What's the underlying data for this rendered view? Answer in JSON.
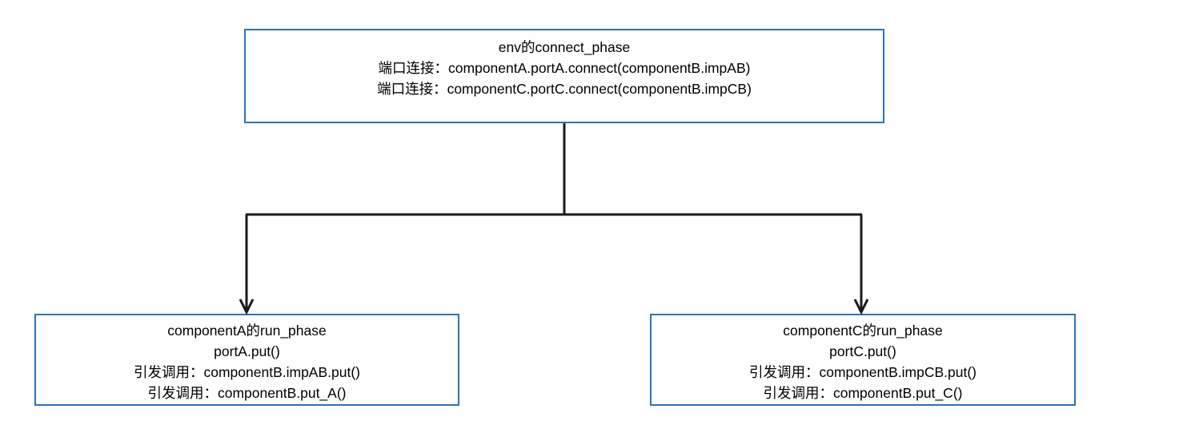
{
  "diagram": {
    "title_box": {
      "name": "env-connect-phase-box",
      "lines": [
        "env的connect_phase",
        "端口连接：componentA.portA.connect(componentB.impAB)",
        "端口连接：componentC.portC.connect(componentB.impCB)"
      ]
    },
    "left_box": {
      "name": "componentA-run-phase-box",
      "lines": [
        "componentA的run_phase",
        "portA.put()",
        "引发调用：componentB.impAB.put()",
        "引发调用：componentB.put_A()"
      ]
    },
    "right_box": {
      "name": "componentC-run-phase-box",
      "lines": [
        "componentC的run_phase",
        "portC.put()",
        "引发调用：componentB.impCB.put()",
        "引发调用：componentB.put_C()"
      ]
    },
    "colors": {
      "box_border": "#2E74B5",
      "connector_line": "#1A1A1A",
      "text": "#000000",
      "background": "#FFFFFF"
    },
    "connectors": [
      {
        "name": "connector-env-to-componentA",
        "from": "env的connect_phase",
        "to": "componentA的run_phase",
        "arrowhead": "open-v"
      },
      {
        "name": "connector-env-to-componentC",
        "from": "env的connect_phase",
        "to": "componentC的run_phase",
        "arrowhead": "open-v"
      }
    ]
  }
}
